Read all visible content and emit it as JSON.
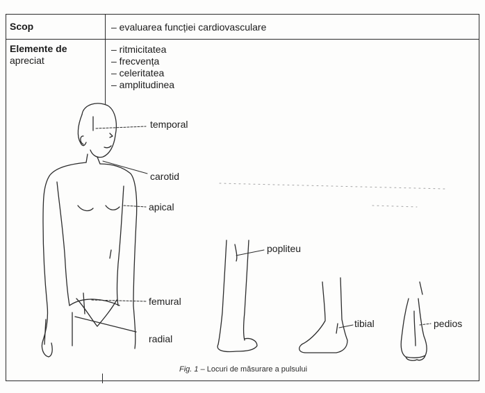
{
  "table": {
    "row1": {
      "label": "Scop",
      "value": "– evaluarea funcției cardiovasculare"
    },
    "row2": {
      "label_line1": "Elemente de",
      "label_line2": "apreciat",
      "items": [
        "– ritmicitatea",
        "– frecvența",
        "– celeritatea",
        "– amplitudinea"
      ]
    }
  },
  "figure": {
    "labels": {
      "temporal": "temporal",
      "carotid": "carotid",
      "apical": "apical",
      "femural": "femural",
      "radial": "radial",
      "popliteu": "popliteu",
      "tibial": "tibial",
      "pedios": "pedios"
    },
    "caption_prefix": "Fig. 1",
    "caption_text": " – Locuri de măsurare a pulsului"
  }
}
